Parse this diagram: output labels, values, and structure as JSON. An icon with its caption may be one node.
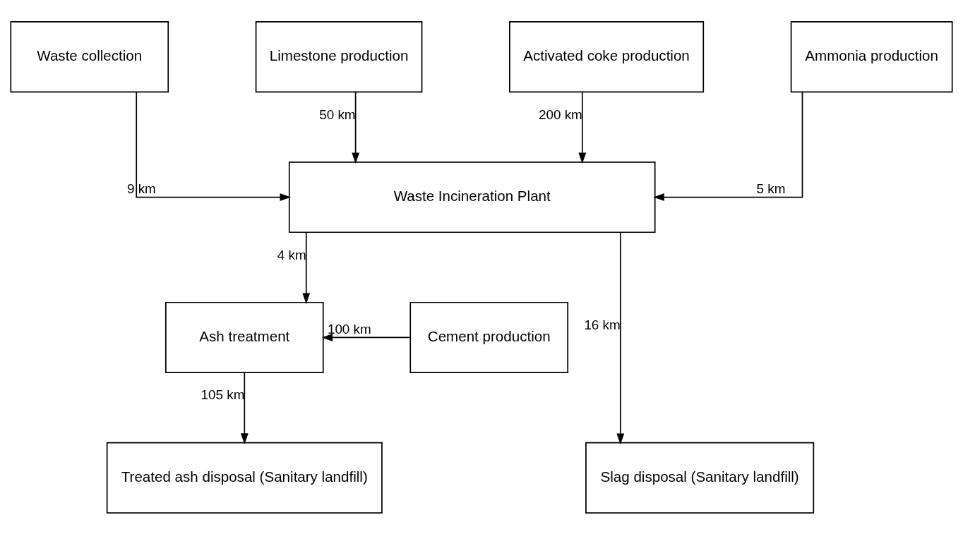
{
  "diagram": {
    "nodes": [
      {
        "text": [
          "Waste collection"
        ]
      },
      {
        "text": [
          "Limestone production"
        ]
      },
      {
        "text": [
          "Activated coke production"
        ]
      },
      {
        "text": [
          "Ammonia production"
        ]
      },
      {
        "text": [
          "Waste Incineration Plant"
        ]
      },
      {
        "text": [
          "Cement production"
        ]
      },
      {
        "text": [
          "Ash treatment"
        ]
      },
      {
        "text": [
          "Treated ash disposal (Sanitary landfill)"
        ]
      },
      {
        "text": [
          "Slag disposal (Sanitary landfill)"
        ]
      }
    ],
    "edges": [
      {
        "from": 0,
        "to": 4,
        "arrow": "to",
        "label": "9 km"
      },
      {
        "from": 1,
        "to": 4,
        "arrow": "to",
        "label": "50 km"
      },
      {
        "from": 2,
        "to": 4,
        "arrow": "to",
        "label": "200 km"
      },
      {
        "from": 3,
        "to": 4,
        "arrow": "to",
        "label": "5 km"
      },
      {
        "from": 4,
        "to": 6,
        "arrow": "to",
        "label": "4 km"
      },
      {
        "from": 4,
        "to": 8,
        "arrow": "to",
        "label": "16 km"
      },
      {
        "from": 5,
        "to": 6,
        "arrow": "to",
        "label": "100 km"
      },
      {
        "from": 6,
        "to": 7,
        "arrow": "to",
        "label": "105 km"
      }
    ]
  }
}
